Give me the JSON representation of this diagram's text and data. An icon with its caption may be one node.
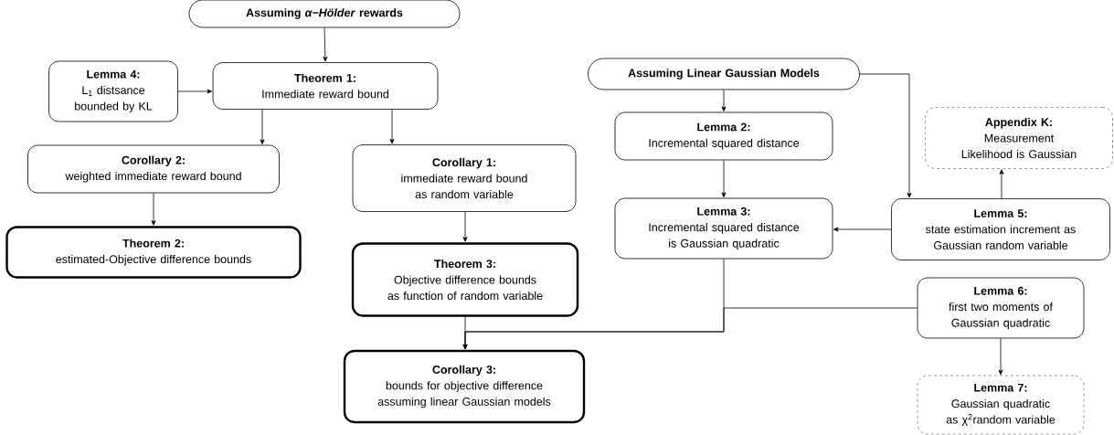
{
  "diagram": {
    "nodes": [
      {
        "text": [
          "Assuming *α−Hölder* rewards"
        ]
      },
      {
        "text": [
          "Lemma 4:",
          "L$_{1}$ distsance bounded by KL"
        ]
      },
      {
        "text": [
          "Theorem 1:",
          "Immediate reward bound"
        ]
      },
      {
        "text": [
          "Corollary 2:",
          "weighted immediate reward bound"
        ]
      },
      {
        "text": [
          "Corollary 1:",
          "immediate reward bound as random variable"
        ]
      },
      {
        "text": [
          "Theorem 2:",
          "estimated-Objective difference bounds"
        ]
      },
      {
        "text": [
          "Theorem 3:",
          "Objective difference bounds as function of random variable"
        ]
      },
      {
        "text": [
          "Corollary 3:",
          "bounds for objective difference assuming linear Gaussian models"
        ]
      },
      {
        "text": [
          "Assuming Linear Gaussian Models"
        ]
      },
      {
        "text": [
          "Lemma 2:",
          "Incremental squared distance"
        ]
      },
      {
        "text": [
          "Lemma 3:",
          "Incremental squared distance is Gaussian quadratic"
        ]
      },
      {
        "text": [
          "Appendix K:",
          "Measurement Likelihood is Gaussian"
        ]
      },
      {
        "text": [
          "Lemma 5:",
          "state estimation increment as Gaussian random variable"
        ]
      },
      {
        "text": [
          "Lemma 6:",
          "first two moments of Gaussian quadratic"
        ]
      },
      {
        "text": [
          "Lemma 7:",
          "Gaussian quadratic as χ$^{2}$random variable"
        ]
      }
    ],
    "edges": [
      {
        "from": 0,
        "to": 2,
        "arrow": "to"
      },
      {
        "from": 1,
        "to": 2,
        "arrow": "to"
      },
      {
        "from": 2,
        "to": 3,
        "arrow": "to"
      },
      {
        "from": 2,
        "to": 4,
        "arrow": "to"
      },
      {
        "from": 3,
        "to": 5,
        "arrow": "to"
      },
      {
        "from": 4,
        "to": 6,
        "arrow": "to"
      },
      {
        "from": 6,
        "to": 7,
        "arrow": "to"
      },
      {
        "from": 8,
        "to": 9,
        "arrow": "to"
      },
      {
        "from": 9,
        "to": 10,
        "arrow": "to"
      },
      {
        "from": 8,
        "to": 12,
        "arrow": "to"
      },
      {
        "from": 12,
        "to": 11,
        "arrow": "to"
      },
      {
        "from": 12,
        "to": 10,
        "arrow": "to"
      },
      {
        "from": 10,
        "to": 7,
        "arrow": "to"
      },
      {
        "from": 13,
        "to": 7,
        "arrow": "to"
      },
      {
        "from": 13,
        "to": 14,
        "arrow": "to"
      }
    ]
  }
}
